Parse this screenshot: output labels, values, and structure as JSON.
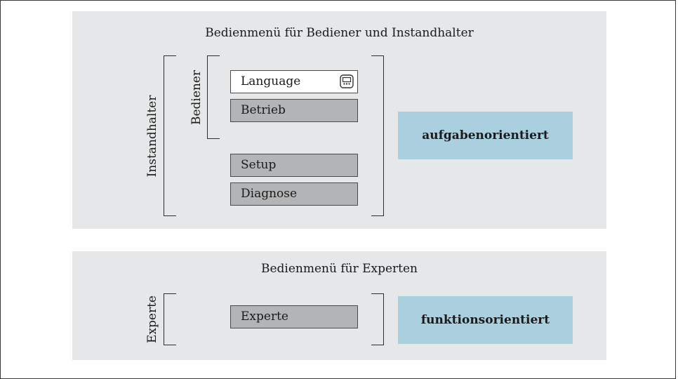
{
  "panels": {
    "top": {
      "title": "Bedienmenü für Bediener und Instandhalter",
      "outer_role_label": "Instandhalter",
      "inner_role_label": "Bediener",
      "menu_items": [
        "Language",
        "Betrieb",
        "Setup",
        "Diagnose"
      ],
      "orientation_label": "aufgabenorientiert"
    },
    "bottom": {
      "title": "Bedienmenü für Experten",
      "role_label": "Experte",
      "menu_items": [
        "Experte"
      ],
      "orientation_label": "funktionsorientiert"
    }
  },
  "icons": {
    "language_item_icon": "display-icon"
  },
  "colors": {
    "panel_bg": "#e6e7e8",
    "menu_box_bg": "#b3b4b6",
    "highlight_box_bg": "#ffffff",
    "orientation_bg": "#aacfdf"
  }
}
